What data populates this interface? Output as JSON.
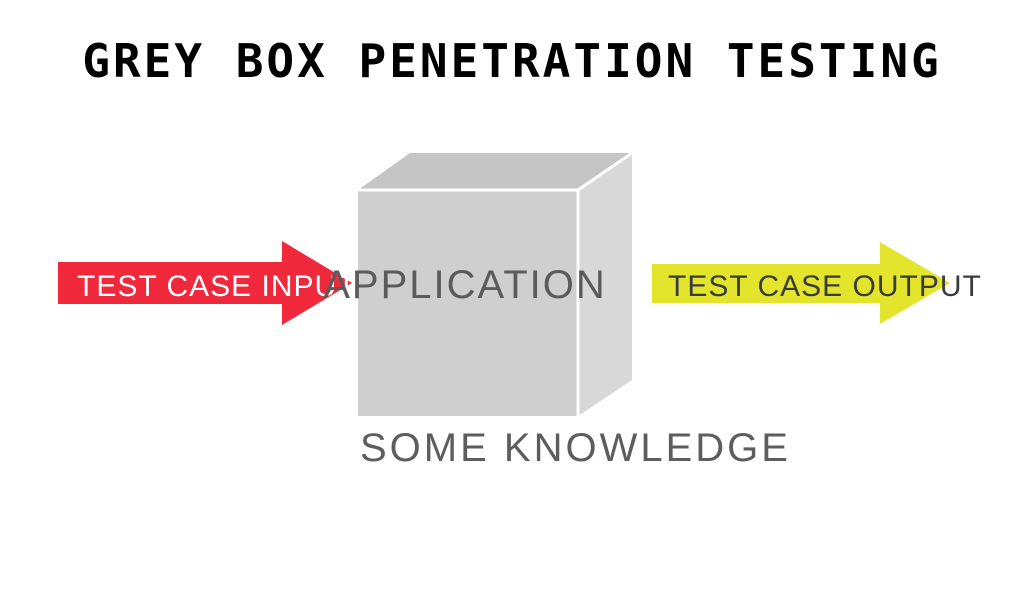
{
  "title": "GREY BOX PENETRATION TESTING",
  "box": {
    "label": "APPLICATION",
    "caption": "SOME KNOWLEDGE"
  },
  "input_arrow": {
    "label": "TEST CASE INPUT",
    "color": "#f0283c"
  },
  "output_arrow": {
    "label": "TEST CASE OUTPUT",
    "color": "#e3e52c"
  },
  "colors": {
    "cube_front": "#cecece",
    "cube_side": "#d9d9d9",
    "cube_top": "#bfbfbf"
  }
}
